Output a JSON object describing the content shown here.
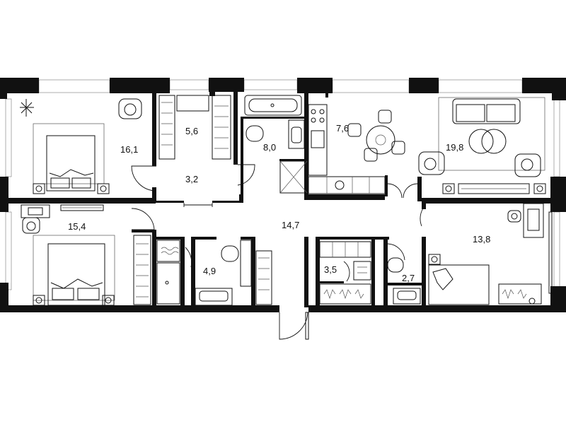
{
  "rooms": {
    "bedroom_top_left": "16,1",
    "wardrobe_top": "5,6",
    "hall_small": "3,2",
    "bathroom_top": "8,0",
    "kitchen": "7,6",
    "living_room": "19,8",
    "bedroom_left": "15,4",
    "corridor": "14,7",
    "bathroom_left": "4,9",
    "wardrobe_bottom": "3,5",
    "wc": "2,7",
    "bedroom_right": "13,8"
  }
}
